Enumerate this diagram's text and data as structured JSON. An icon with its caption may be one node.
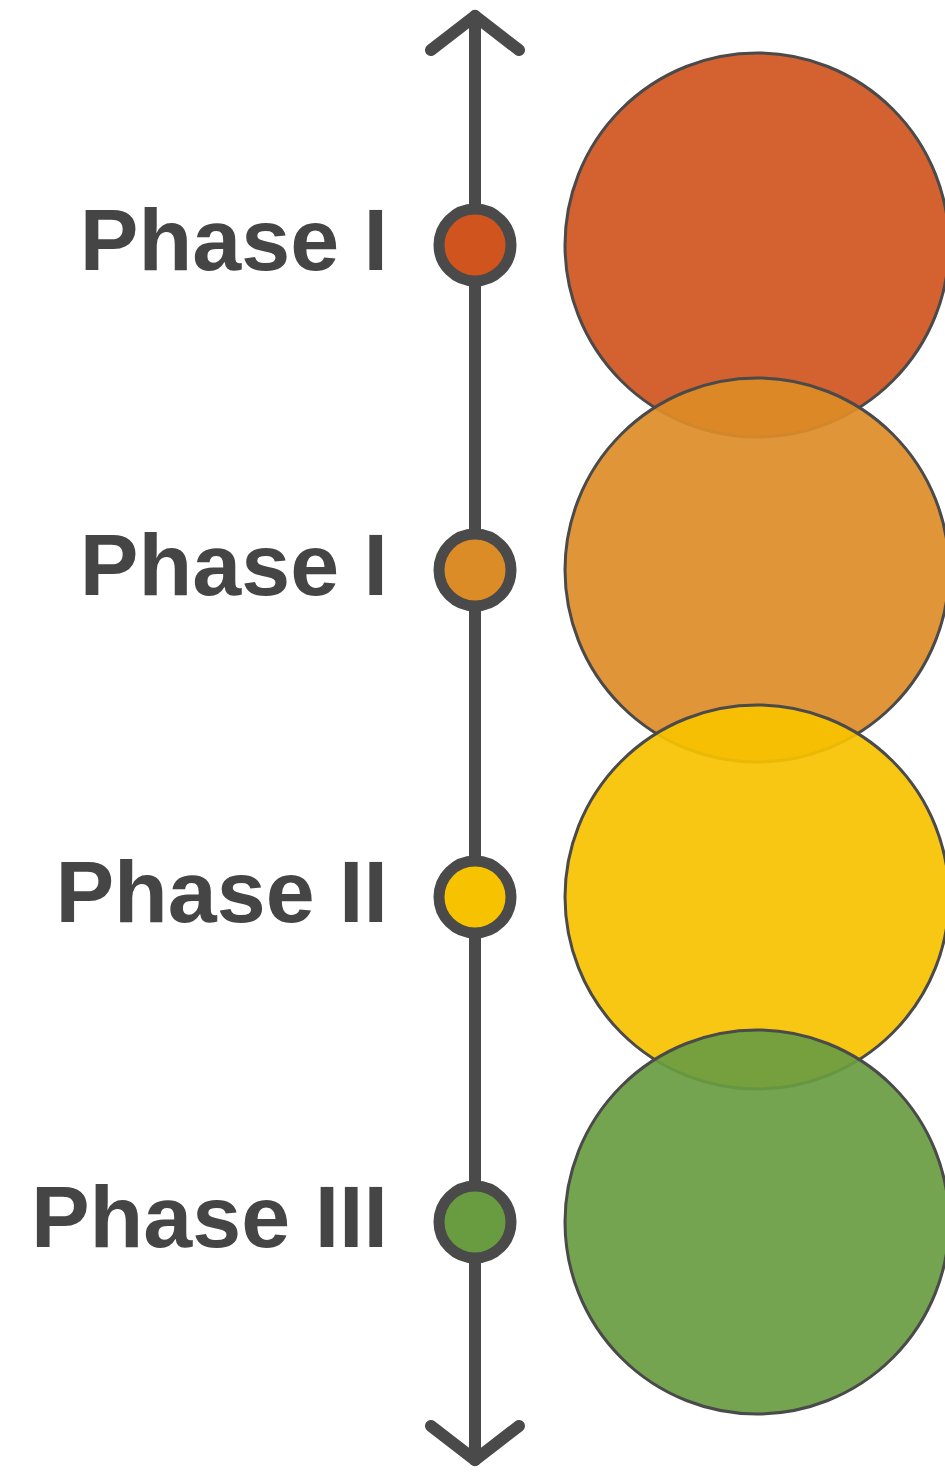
{
  "diagram": {
    "nodes": [
      {
        "text": [],
        "shape": "circle",
        "beside": [
          "Phase I"
        ]
      },
      {
        "text": [],
        "shape": "circle",
        "beside": [
          "Phase I"
        ]
      },
      {
        "text": [],
        "shape": "circle",
        "beside": [
          "Phase II"
        ]
      },
      {
        "text": [],
        "shape": "circle",
        "beside": [
          "Phase III"
        ]
      },
      {
        "text": [],
        "shape": "circle"
      },
      {
        "text": [],
        "shape": "circle"
      },
      {
        "text": [],
        "shape": "circle"
      },
      {
        "text": [],
        "shape": "circle"
      }
    ]
  }
}
